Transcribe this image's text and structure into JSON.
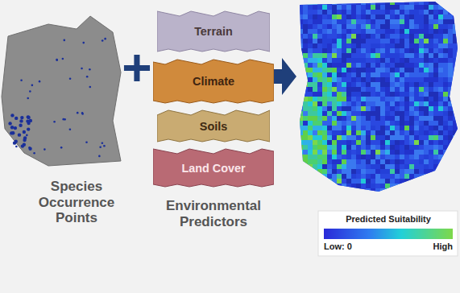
{
  "diagram": {
    "nodes": [
      {
        "text": [
          "Terrain"
        ]
      },
      {
        "text": [
          "Climate"
        ]
      },
      {
        "text": [
          "Soils"
        ]
      },
      {
        "text": [
          "Land Cover"
        ]
      }
    ],
    "labels": [
      "Species Occurrence Points",
      "+",
      "Environmental Predictors",
      "Predicted Suitability",
      "Low: 0",
      "High"
    ]
  }
}
